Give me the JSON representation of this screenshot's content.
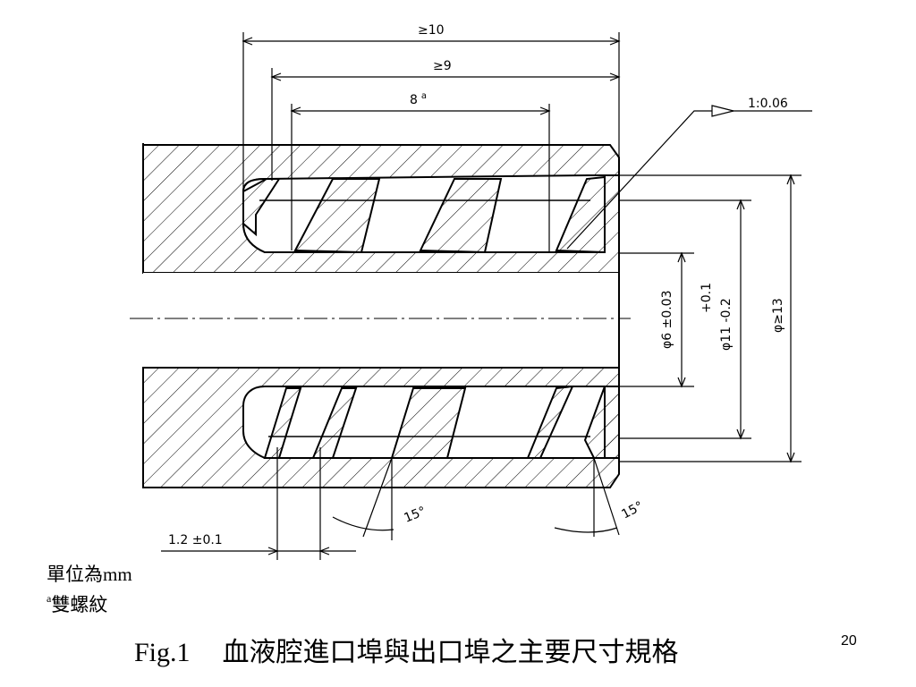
{
  "dimensions": {
    "overall_length": "≥10",
    "thread_span": "≥9",
    "thread_length": "8",
    "thread_length_mark": "a",
    "taper": "1:0.06",
    "bore_diameter": "φ6 ±0.03",
    "thread_diameter_tol": "+0.1",
    "thread_diameter": "φ11 -0.2",
    "outer_diameter": "φ≥13",
    "angle_left": "15°",
    "angle_right": "15°",
    "chamfer_width": "1.2 ±0.1"
  },
  "notes": {
    "unit_note": "單位為mm",
    "double_thread_mark": "a",
    "double_thread_note": "雙螺紋"
  },
  "caption": {
    "label": "Fig.1",
    "title": "血液腔進口埠與出口埠之主要尺寸規格"
  },
  "page_number": "20"
}
